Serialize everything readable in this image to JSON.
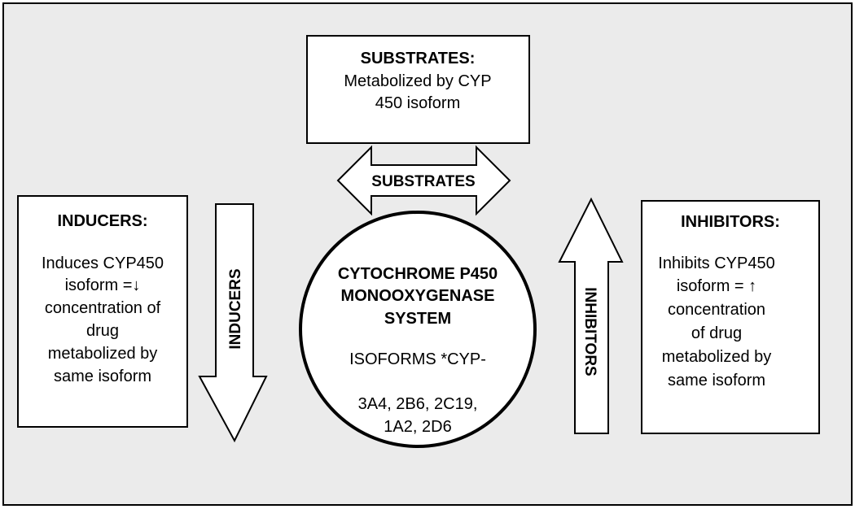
{
  "colors": {
    "background_panel": "#ebebeb",
    "box_fill": "#ffffff",
    "stroke": "#000000"
  },
  "substrates_box": {
    "title": "SUBSTRATES:",
    "lines": [
      "Metabolized by CYP",
      "450 isoform"
    ]
  },
  "substrates_arrow": {
    "label": "SUBSTRATES"
  },
  "inducers_box": {
    "title": "INDUCERS:",
    "lines": [
      "Induces CYP450",
      "isoform =↓",
      "concentration of",
      "drug",
      "metabolized by",
      "same isoform"
    ]
  },
  "inducers_arrow": {
    "label": "INDUCERS"
  },
  "inhibitors_box": {
    "title": "INHIBITORS:",
    "lines": [
      "Inhibits CYP450",
      "isoform = ↑",
      "concentration",
      "of drug",
      "metabolized by",
      "same isoform"
    ]
  },
  "inhibitors_arrow": {
    "label": "INHIBITORS"
  },
  "center_circle": {
    "title_lines": [
      "CYTOCHROME P450",
      "MONOOXYGENASE",
      "SYSTEM"
    ],
    "isoforms_label": "ISOFORMS *CYP-",
    "isoform_lines": [
      "3A4, 2B6, 2C19,",
      "1A2, 2D6"
    ]
  }
}
